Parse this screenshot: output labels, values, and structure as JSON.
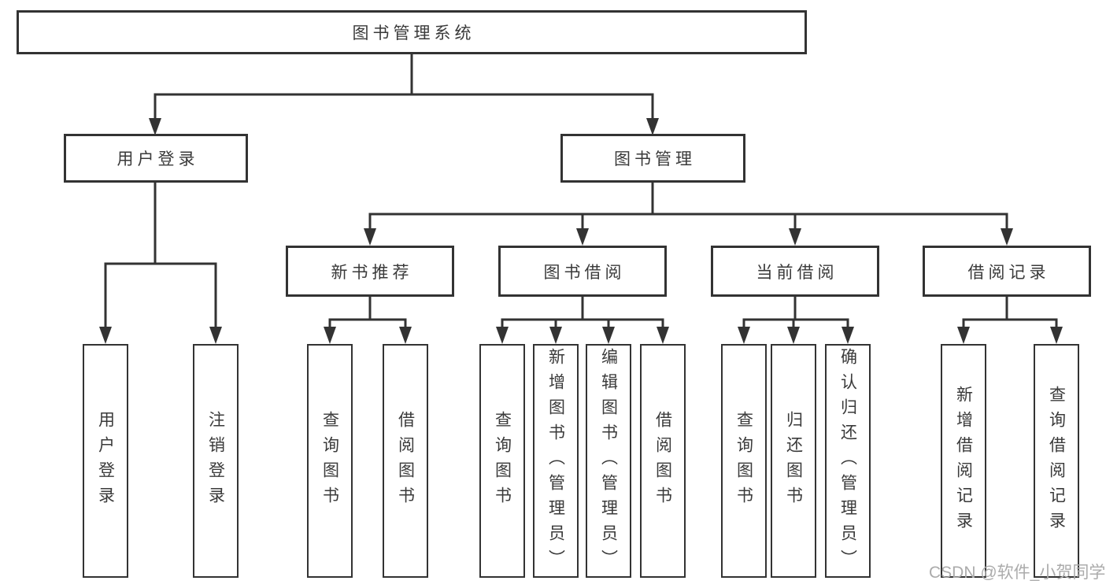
{
  "diagram_title": "图书管理系统",
  "tree": {
    "root": {
      "label": "图书管理系统"
    },
    "branches": [
      {
        "label": "用户登录",
        "children": [
          {
            "label": "用户登录"
          },
          {
            "label": "注销登录"
          }
        ]
      },
      {
        "label": "图书管理",
        "children": [
          {
            "label": "新书推荐",
            "children": [
              {
                "label": "查询图书"
              },
              {
                "label": "借阅图书"
              }
            ]
          },
          {
            "label": "图书借阅",
            "children": [
              {
                "label": "查询图书"
              },
              {
                "label": "新增图书（管理员）"
              },
              {
                "label": "编辑图书（管理员）"
              },
              {
                "label": "借阅图书"
              }
            ]
          },
          {
            "label": "当前借阅",
            "children": [
              {
                "label": "查询图书"
              },
              {
                "label": "归还图书"
              },
              {
                "label": "确认归还（管理员）"
              }
            ]
          },
          {
            "label": "借阅记录",
            "children": [
              {
                "label": "新增借阅记录"
              },
              {
                "label": "查询借阅记录"
              }
            ]
          }
        ]
      }
    ]
  },
  "watermark": "CSDN @软件_小贺同学",
  "colors": {
    "line": "#333333",
    "box_border": "#333333",
    "text": "#3a3a3a",
    "background": "#ffffff",
    "watermark_text": "#ababab"
  }
}
